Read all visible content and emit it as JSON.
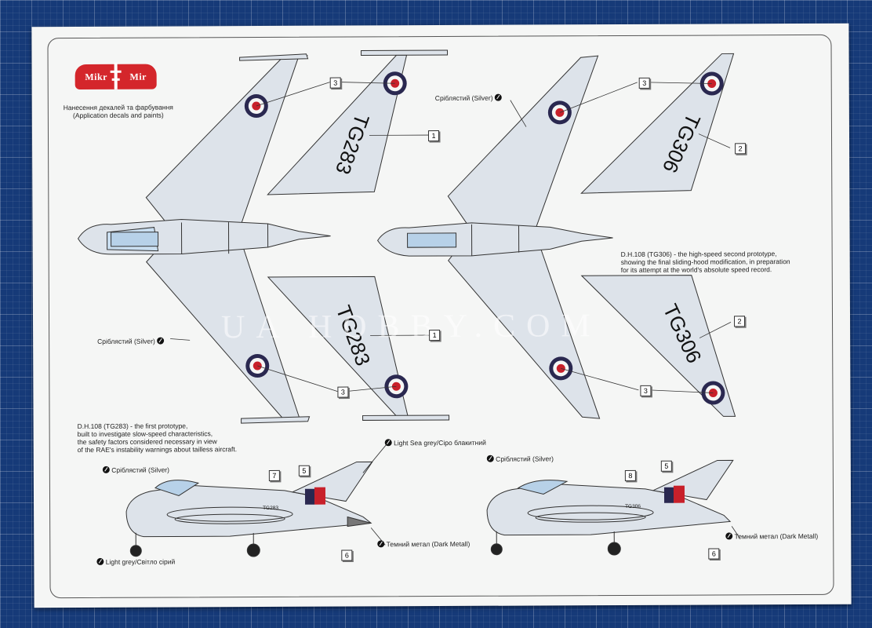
{
  "header": {
    "logo_left": "Mikr",
    "logo_right": "Mir",
    "title_ua": "Нанесення декалей та фарбування",
    "title_en": "(Application decals and paints)"
  },
  "paints": {
    "silver_1": "Сріблястий (Silver)",
    "silver_2": "Сріблястий (Silver)",
    "silver_3": "Сріблястий (Silver)",
    "silver_4": "Сріблястий (Silver)",
    "light_sea_grey": "Light Sea grey/Сіро блакитний",
    "light_grey": "Light grey/Світло сірий",
    "dark_metal_1": "Темний метал (Dark Metall)",
    "dark_metal_2": "Темний метал (Dark Metall)"
  },
  "descriptions": {
    "tg283": [
      "D.H.108 (TG283) - the first prototype,",
      "built to investigate slow-speed characteristics,",
      "the safety factors considered necessary in view",
      "of the RAE's instability warnings about tailless aircraft."
    ],
    "tg306": [
      "D.H.108 (TG306) - the high-speed second prototype,",
      "showing the final sliding-hood modification, in preparation",
      "for its attempt at the world's absolute speed record."
    ]
  },
  "serials": {
    "left_top": "TG283",
    "left_bottom": "TG283",
    "right_top": "TG306",
    "right_bottom": "TG306",
    "side_left": "TG283",
    "side_right": "TG306"
  },
  "callouts": {
    "c1": "1",
    "c2": "2",
    "c3": "3",
    "c5": "5",
    "c6": "6",
    "c7": "7",
    "c8": "8"
  },
  "watermark": "UA HOBBY.COM",
  "colors": {
    "roundel_outer": "#2a2850",
    "roundel_inner": "#c8202a",
    "airframe": "#dde3ea",
    "logo_red": "#d4262b"
  }
}
